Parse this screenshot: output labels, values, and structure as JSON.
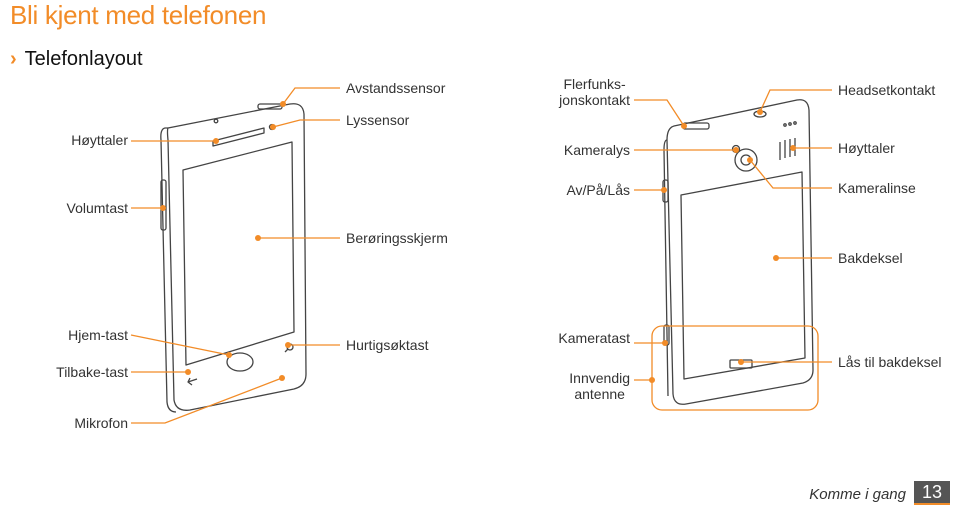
{
  "heading": "Bli kjent med telefonen",
  "section": "Telefonlayout",
  "labels": {
    "hoyttaler_front": "Høyttaler",
    "volumtast": "Volumtast",
    "avstandssensor": "Avstandssensor",
    "lyssensor": "Lyssensor",
    "beroringsskjerm": "Berøringsskjerm",
    "hjem_tast": "Hjem-tast",
    "tilbake_tast": "Tilbake-tast",
    "mikrofon": "Mikrofon",
    "hurtigsoktast": "Hurtigsøktast",
    "flerfunks_1": "Flerfunks-",
    "flerfunks_2": "jonskontakt",
    "kameralys": "Kameralys",
    "av_paa_laas": "Av/På/Lås",
    "kameratast": "Kameratast",
    "innvendig_1": "Innvendig",
    "innvendig_2": "antenne",
    "headsetkontakt": "Headsetkontakt",
    "hoyttaler_back": "Høyttaler",
    "kameralinse": "Kameralinse",
    "bakdeksel": "Bakdeksel",
    "laas_bakdeksel": "Lås til bakdeksel"
  },
  "footer": {
    "text": "Komme i gang",
    "page": "13"
  },
  "colors": {
    "accent": "#f28c28",
    "line": "#f28c28",
    "device": "#444444"
  }
}
